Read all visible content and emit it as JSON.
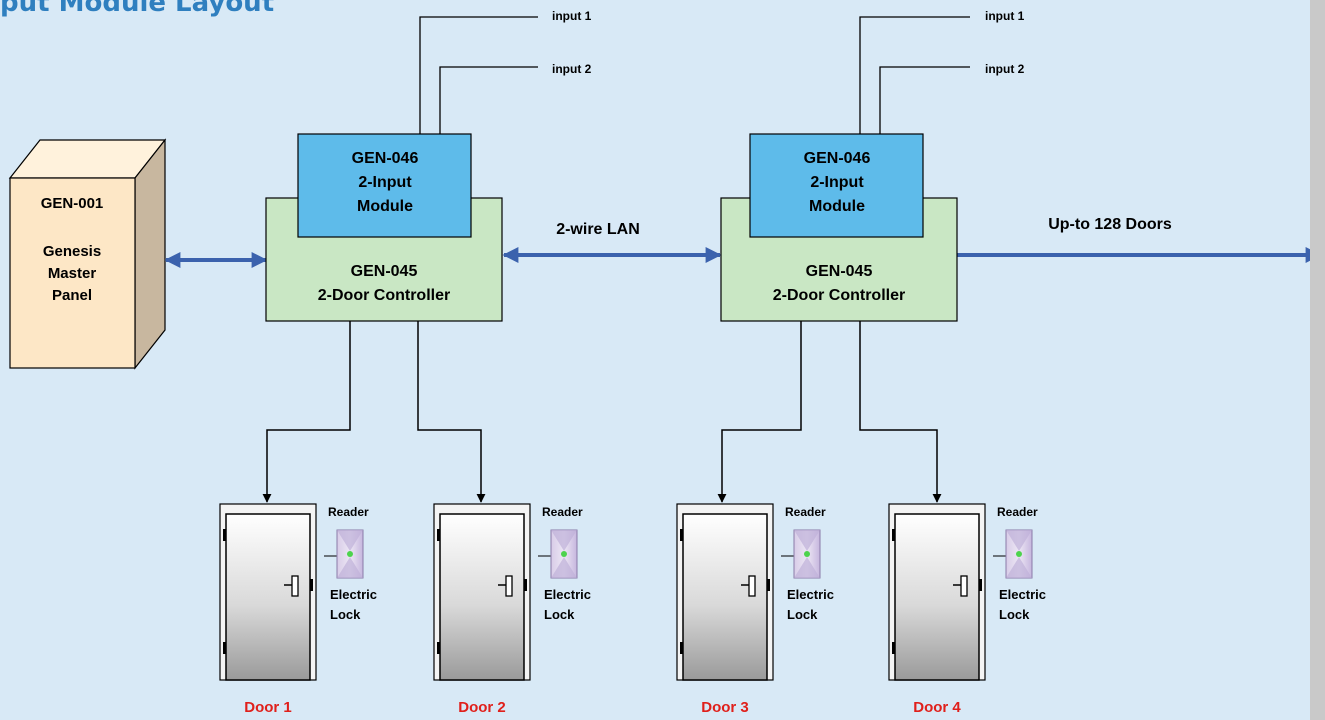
{
  "title": "put Module Layout",
  "master_panel": {
    "id": "GEN-001",
    "name_line1": "Genesis",
    "name_line2": "Master",
    "name_line3": "Panel"
  },
  "controllers": [
    {
      "module_id": "GEN-046",
      "module_line1": "2-Input",
      "module_line2": "Module",
      "ctrl_id": "GEN-045",
      "ctrl_name": "2-Door Controller",
      "input1": "input  1",
      "input2": "input  2"
    },
    {
      "module_id": "GEN-046",
      "module_line1": "2-Input",
      "module_line2": "Module",
      "ctrl_id": "GEN-045",
      "ctrl_name": "2-Door Controller",
      "input1": "input  1",
      "input2": "input  2"
    }
  ],
  "lan_label": "2-wire LAN",
  "expansion_label": "Up-to 128 Doors",
  "doors": [
    {
      "label": "Door 1",
      "reader": "Reader",
      "lock1": "Electric",
      "lock2": "Lock"
    },
    {
      "label": "Door 2",
      "reader": "Reader",
      "lock1": "Electric",
      "lock2": "Lock"
    },
    {
      "label": "Door 3",
      "reader": "Reader",
      "lock1": "Electric",
      "lock2": "Lock"
    },
    {
      "label": "Door 4",
      "reader": "Reader",
      "lock1": "Electric",
      "lock2": "Lock"
    }
  ],
  "colors": {
    "module": "#5ebbea",
    "controller": "#c9e7c4",
    "panel": "#fde7c6",
    "link": "#3b62ad",
    "door_label": "#e0201b",
    "background": "#d8e9f6"
  }
}
